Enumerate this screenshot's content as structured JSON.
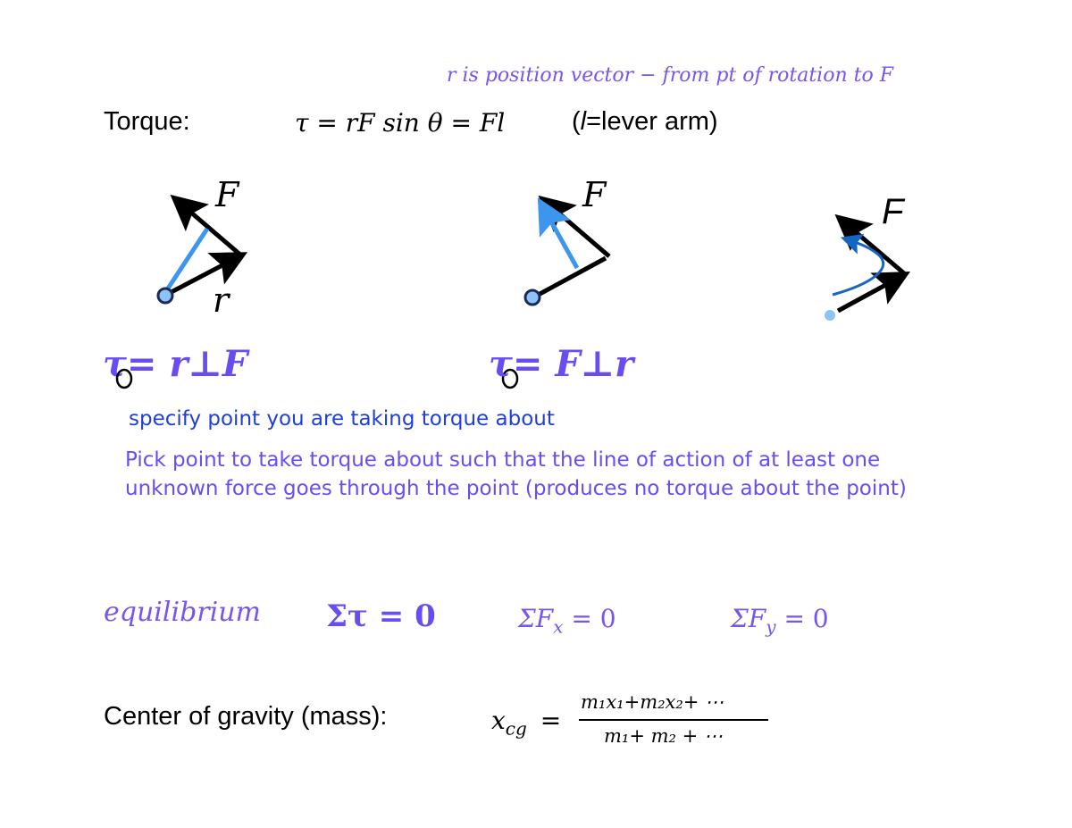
{
  "header_note": "r is position vector − from pt of rotation to F",
  "torque_line": {
    "label": "Torque:",
    "formula": "τ = rF sin θ = Fl",
    "lever_open": "(",
    "lever_l": "l",
    "lever_rest": "=lever arm)"
  },
  "diagrams": {
    "force_label": "F",
    "r_label": "r"
  },
  "torque_forms": {
    "left_tau": "τ",
    "left_rest": "= r⊥F",
    "right_tau": "τ",
    "right_rest": "= F⊥r"
  },
  "notes": {
    "specify": "specify point you are taking torque about",
    "pick_line1": "Pick point to take torque about such that the line of action of at least one",
    "pick_line2": "unknown force goes through the point (produces no torque about the point)"
  },
  "equilibrium": {
    "label": "equilibrium",
    "sum_torque": "Στ = 0",
    "sum_fx_main": "ΣF",
    "sum_fx_sub": "x",
    "sum_fx_eq": " = 0",
    "sum_fy_main": "ΣF",
    "sum_fy_sub": "y",
    "sum_fy_eq": " = 0"
  },
  "center_gravity": {
    "label": "Center of gravity (mass):",
    "lhs_x": "x",
    "lhs_sub": "cg",
    "lhs_eq": "=",
    "numerator": "m₁x₁+m₂x₂+ ⋯",
    "denominator": "m₁+ m₂ + ⋯"
  },
  "colors": {
    "light_blue": "#3d96ee",
    "dark_blue": "#1566c2",
    "violet": "#7755ee",
    "black": "#000000"
  }
}
